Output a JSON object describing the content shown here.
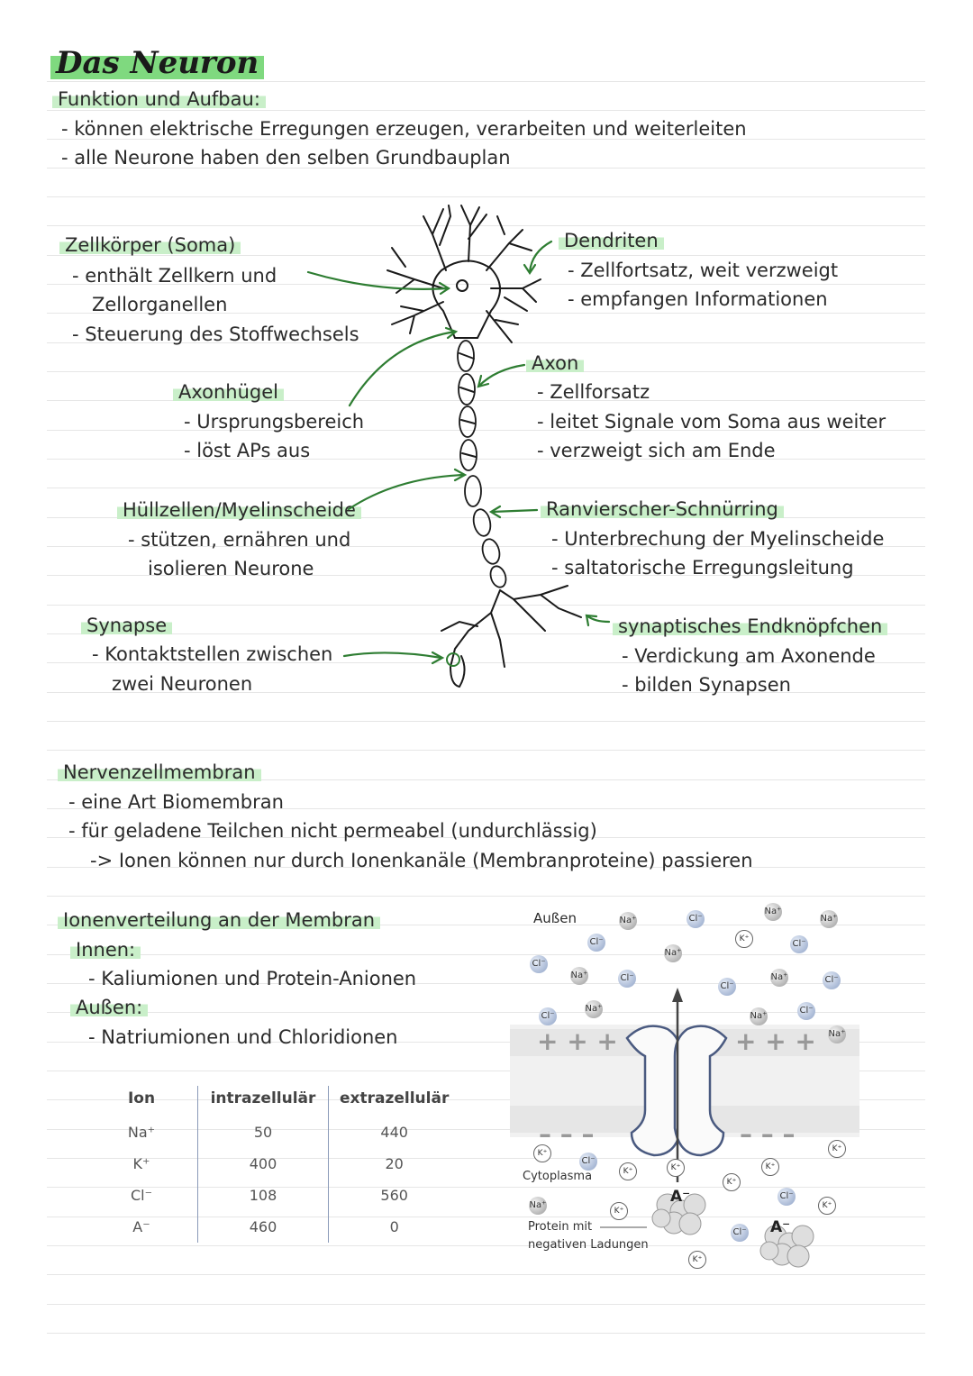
{
  "title": "Das Neuron",
  "intro": {
    "heading": "Funktion und Aufbau:",
    "points": [
      "-  können elektrische Erregungen erzeugen, verarbeiten und weiterleiten",
      "-  alle Neurone haben den selben Grundbauplan"
    ]
  },
  "labels": {
    "soma": {
      "title": "Zellkörper (Soma)",
      "l1": "-  enthält Zellkern und",
      "l2": "Zellorganellen",
      "l3": "-  Steuerung des Stoffwechsels"
    },
    "dendriten": {
      "title": "Dendriten",
      "l1": "-  Zellfortsatz, weit verzweigt",
      "l2": "-  empfangen Informationen"
    },
    "axonhuegel": {
      "title": "Axonhügel",
      "l1": "-  Ursprungsbereich",
      "l2": "-  löst APs aus"
    },
    "axon": {
      "title": "Axon",
      "l1": "-  Zellforsatz",
      "l2": "-  leitet Signale vom Soma aus weiter",
      "l3": "-  verzweigt sich am Ende"
    },
    "myelin": {
      "title": "Hüllzellen/Myelinscheide",
      "l1": "-  stützen, ernähren und",
      "l2": "isolieren Neurone"
    },
    "ranvier": {
      "title": "Ranvierscher-Schnürring",
      "l1": "-  Unterbrechung der Myelinscheide",
      "l2": "-  saltatorische Erregungsleitung"
    },
    "synapse": {
      "title": "Synapse",
      "l1": "-  Kontaktstellen zwischen",
      "l2": "zwei Neuronen"
    },
    "endknoepfchen": {
      "title": "synaptisches Endknöpfchen",
      "l1": "-  Verdickung am Axonende",
      "l2": "-  bilden Synapsen"
    }
  },
  "membrane": {
    "heading": "Nervenzellmembran",
    "l1": "-  eine Art Biomembran",
    "l2": "-  für geladene Teilchen nicht permeabel (undurchlässig)",
    "l3": "-> Ionen können nur durch Ionenkanäle (Membranproteine) passieren"
  },
  "distribution": {
    "heading": "Ionenverteilung an der Membran",
    "inside": "Innen:",
    "inside_item": "-  Kaliumionen und Protein-Anionen",
    "outside": "Außen:",
    "outside_item": "-  Natriumionen und Chloridionen"
  },
  "table": {
    "headers": [
      "Ion",
      "intrazellulär",
      "extrazellulär"
    ],
    "rows": [
      [
        "Na⁺",
        "50",
        "440"
      ],
      [
        "K⁺",
        "400",
        "20"
      ],
      [
        "Cl⁻",
        "108",
        "560"
      ],
      [
        "A⁻",
        "460",
        "0"
      ]
    ]
  },
  "diagram": {
    "outside_label": "Außen",
    "inside_label": "Cytoplasma",
    "protein_label_1": "Protein mit",
    "protein_label_2": "negativen Ladungen",
    "plus_left": "+ + +",
    "plus_right": "+ + +",
    "minus_left": "– – –",
    "minus_right": "– – –",
    "na": "Na⁺",
    "cl": "Cl⁻",
    "k": "K⁺",
    "a": "A⁻"
  },
  "colors": {
    "accent": "#2e7d32",
    "highlight": "#c9efc9",
    "title_highlight": "#7fd97f"
  }
}
